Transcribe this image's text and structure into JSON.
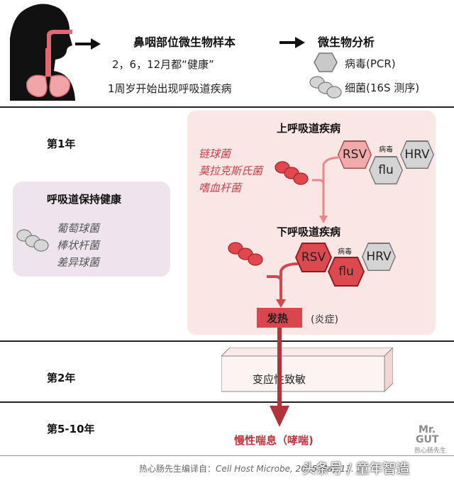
{
  "header": {
    "sample_title": "鼻咽部位微生物样本",
    "sample_line1": "2，6，12月都“健康”",
    "sample_line2": "1周岁开始出现呼吸道疾病",
    "analysis_title": "微生物分析",
    "virus_label": "病毒(PCR)",
    "bacteria_label": "细菌(16S 测序)"
  },
  "years": {
    "year1": "第1年",
    "year2": "第2年",
    "year5": "第5-10年"
  },
  "healthy": {
    "title": "呼吸道保持健康",
    "bacteria": [
      "葡萄球菌",
      "棒状杆菌",
      "差异球菌"
    ]
  },
  "upper": {
    "title": "上呼吸道疾病",
    "bacteria": [
      "链球菌",
      "莫拉克斯氏菌",
      "嗜血杆菌"
    ],
    "rsv": "RSV",
    "flu": "flu",
    "hrv": "HRV",
    "virus_tag": "病毒"
  },
  "lower": {
    "title": "下呼吸道疾病",
    "rsv": "RSV",
    "flu": "flu",
    "hrv": "HRV",
    "virus_tag": "病毒"
  },
  "fever": {
    "label": "发热",
    "note": "(炎症)"
  },
  "allergy": "变应性致敏",
  "wheeze": "慢性喘息（哮喘)",
  "watermark": {
    "logo_top": "Mr.",
    "logo_mid": "GUT",
    "logo_sub": "热心肠先生",
    "overlay": "头条号 / 童年智造"
  },
  "footer": {
    "prefix": "热心肠先生编译自：",
    "source": "Cell Host Microbe, 2015 May 13. 5."
  }
}
